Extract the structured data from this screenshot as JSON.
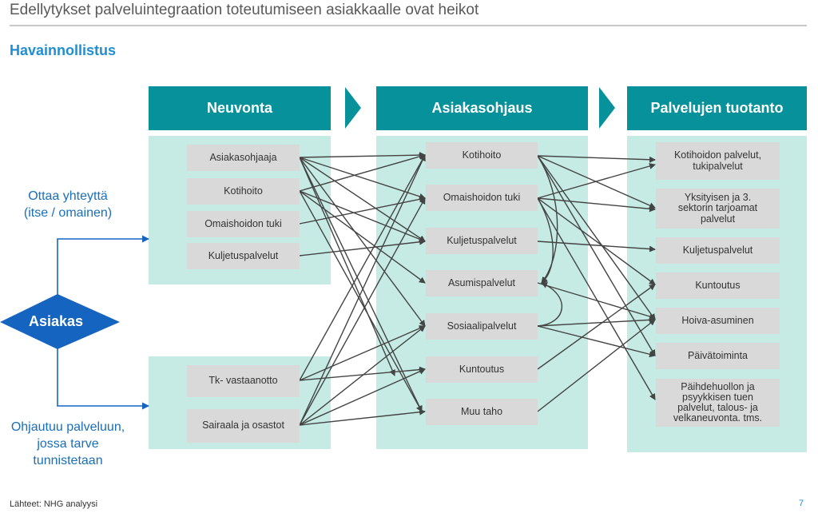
{
  "title": "Edellytykset palveluintegraation toteutumiseen asiakkaalle ovat heikot",
  "subtitle": "Havainnollistus",
  "columns": [
    {
      "header": "Neuvonta"
    },
    {
      "header": "Asiakasohjaus"
    },
    {
      "header": "Palvelujen tuotanto"
    }
  ],
  "neuvonta": [
    "Asiakasohjaaja",
    "Kotihoito",
    "Omaishoidon tuki",
    "Kuljetuspalvelut"
  ],
  "terveys": [
    "Tk- vastaanotto",
    "Sairaala ja osastot"
  ],
  "asiakasohjaus": [
    "Kotihoito",
    "Omaishoidon tuki",
    "Kuljetuspalvelut",
    "Asumispalvelut",
    "Sosiaalipalvelut",
    "Kuntoutus",
    "Muu taho"
  ],
  "tuotanto": [
    "Kotihoidon palvelut, tukipalvelut",
    "Yksityisen ja 3. sektorin tarjoamat palvelut",
    "Kuljetuspalvelut",
    "Kuntoutus",
    "Hoiva-asuminen",
    "Päivätoiminta",
    "Päihdehuollon ja psyykkisen tuen palvelut, talous- ja velkaneuvonta. tms."
  ],
  "actor": {
    "label": "Asiakas",
    "contact": "Ottaa yhteyttä (itse / omainen)",
    "referred": "Ohjautuu palveluun, jossa tarve tunnistetaan"
  },
  "footer": {
    "source": "Lähteet: NHG analyysi",
    "page": "7"
  },
  "colors": {
    "teal": "#07919a",
    "panel": "#c6ebe4",
    "box": "#d9d9d9",
    "blue": "#1565c0",
    "subtitle": "#1e8fd0"
  }
}
